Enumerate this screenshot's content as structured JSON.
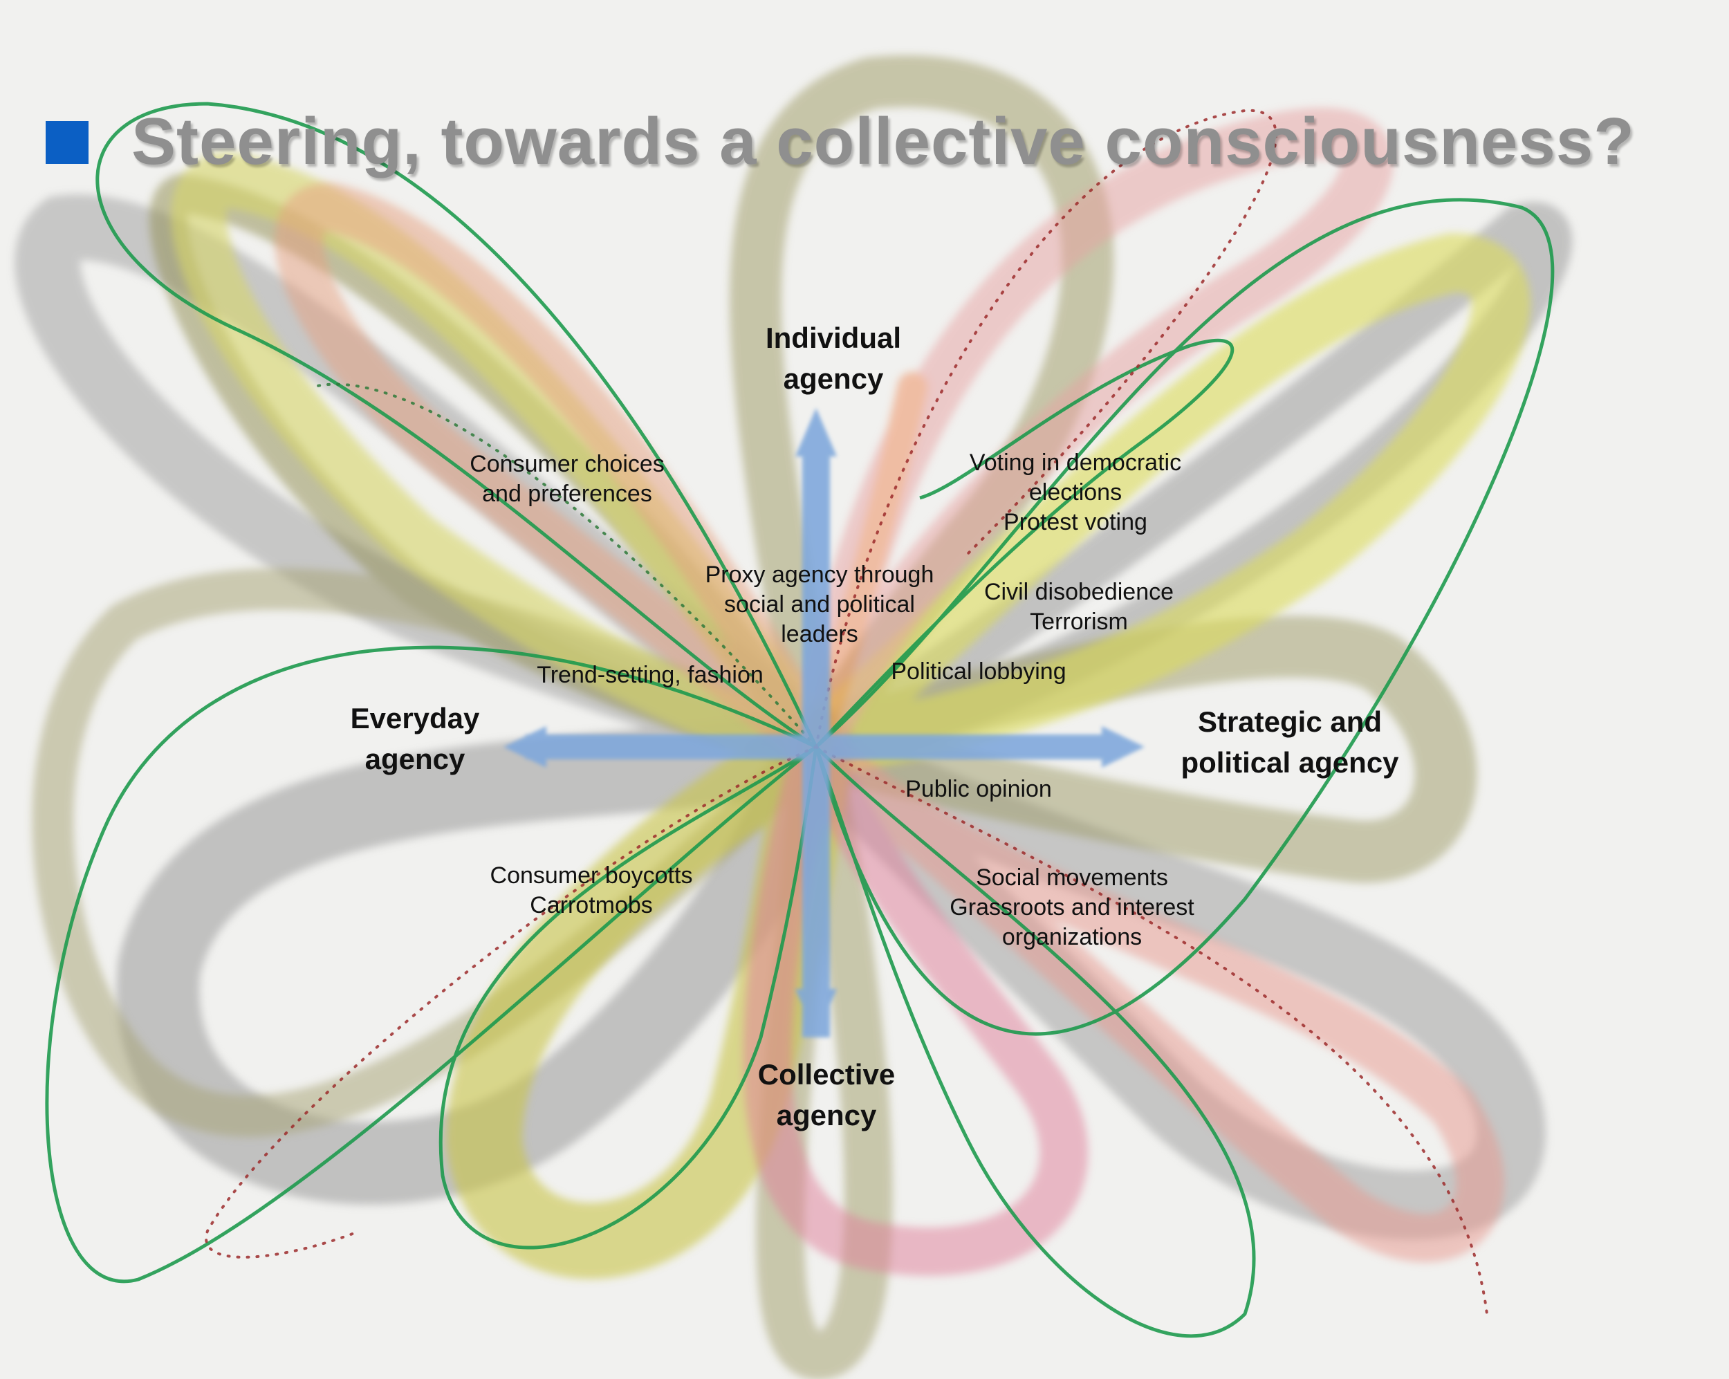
{
  "title": "Steering, towards a collective consciousness?",
  "colors": {
    "bullet": "#0b5fc4",
    "arrows": "#7ea7dc",
    "title": "#8f8f8f",
    "green_pen": "#1e9a4e"
  },
  "axes": {
    "top": [
      "Individual",
      "agency"
    ],
    "bottom": [
      "Collective",
      "agency"
    ],
    "left": [
      "Everyday",
      "agency"
    ],
    "right": [
      "Strategic and",
      "political agency"
    ]
  },
  "items": {
    "consumer_choices": [
      "Consumer choices",
      "and preferences"
    ],
    "voting": [
      "Voting in democratic",
      "elections",
      "Protest voting"
    ],
    "proxy": [
      "Proxy agency through",
      "social and political",
      "leaders"
    ],
    "civil": [
      "Civil disobedience",
      "Terrorism"
    ],
    "trend": [
      "Trend-setting, fashion"
    ],
    "lobbying": [
      "Political lobbying"
    ],
    "public_opinion": [
      "Public opinion"
    ],
    "boycotts": [
      "Consumer boycotts",
      "Carrotmobs"
    ],
    "movements": [
      "Social movements",
      "Grassroots and interest",
      "organizations"
    ]
  }
}
